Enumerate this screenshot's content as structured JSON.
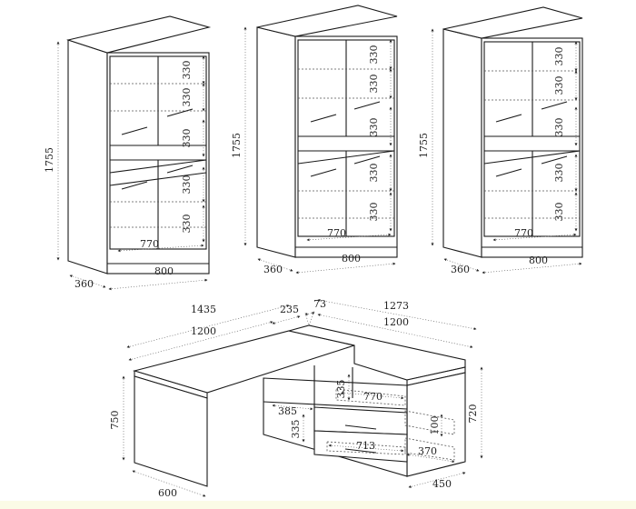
{
  "cabinets": [
    {
      "height": "1755",
      "depth": "360",
      "width": "800",
      "shelf_spacings": [
        "330",
        "330",
        "330",
        "330",
        "330"
      ],
      "inner_width": "770"
    },
    {
      "height": "1755",
      "depth": "360",
      "width": "800",
      "shelf_spacings": [
        "330",
        "330",
        "330",
        "330",
        "330"
      ],
      "inner_width": "770"
    },
    {
      "height": "1755",
      "depth": "360",
      "width": "800",
      "shelf_spacings": [
        "330",
        "330",
        "330",
        "330",
        "330"
      ],
      "inner_width": "770"
    }
  ],
  "desk": {
    "overall_left": "1435",
    "top_left_width": "1200",
    "overlap": "235",
    "gap": "73",
    "overall_right": "1273",
    "top_right_width": "1200",
    "leg_height": "750",
    "leg_depth": "600",
    "unit_height": "720",
    "unit_depth": "450",
    "shelf_depth": "385",
    "shelf_height_top": "335",
    "shelf_height_bottom": "335",
    "drawer_width_top": "770",
    "drawer_width_bottom": "713",
    "drawer_height": "100",
    "drawer_depth": "370"
  }
}
